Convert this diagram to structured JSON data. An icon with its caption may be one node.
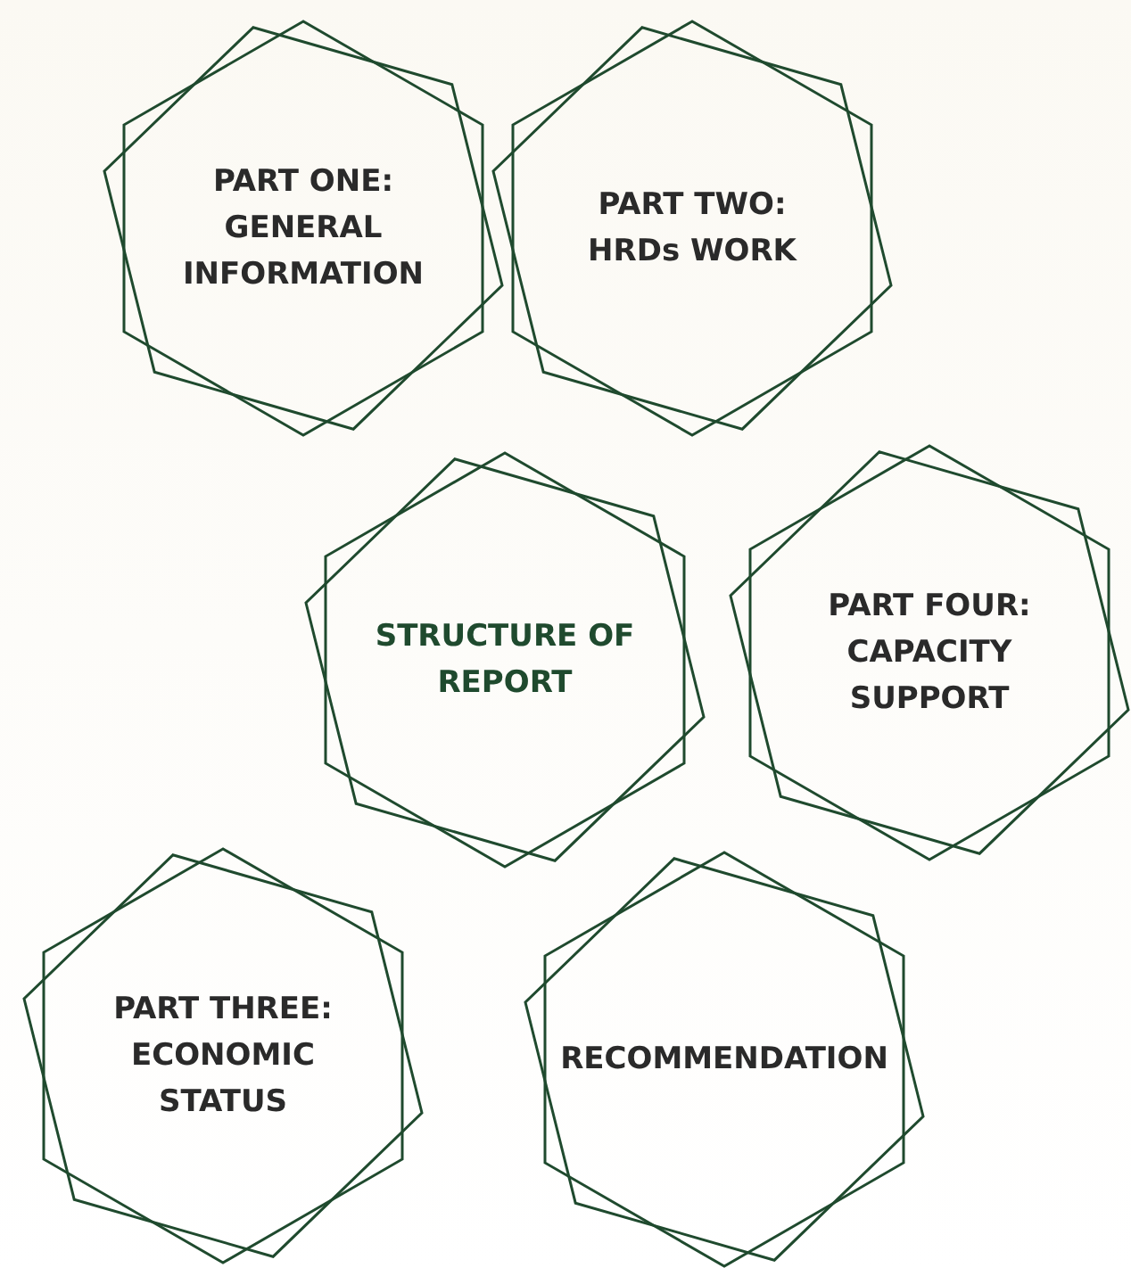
{
  "diagram": {
    "nodes": [
      {
        "text": [
          "PART ONE: GENERAL INFORMATION"
        ]
      },
      {
        "text": [
          "PART TWO: HRDs WORK"
        ]
      },
      {
        "text": [
          "STRUCTURE OF REPORT"
        ]
      },
      {
        "text": [
          "PART FOUR: CAPACITY SUPPORT"
        ]
      },
      {
        "text": [
          "PART THREE: ECONOMIC STATUS"
        ]
      },
      {
        "text": [
          "RECOMMENDATION"
        ]
      }
    ]
  }
}
